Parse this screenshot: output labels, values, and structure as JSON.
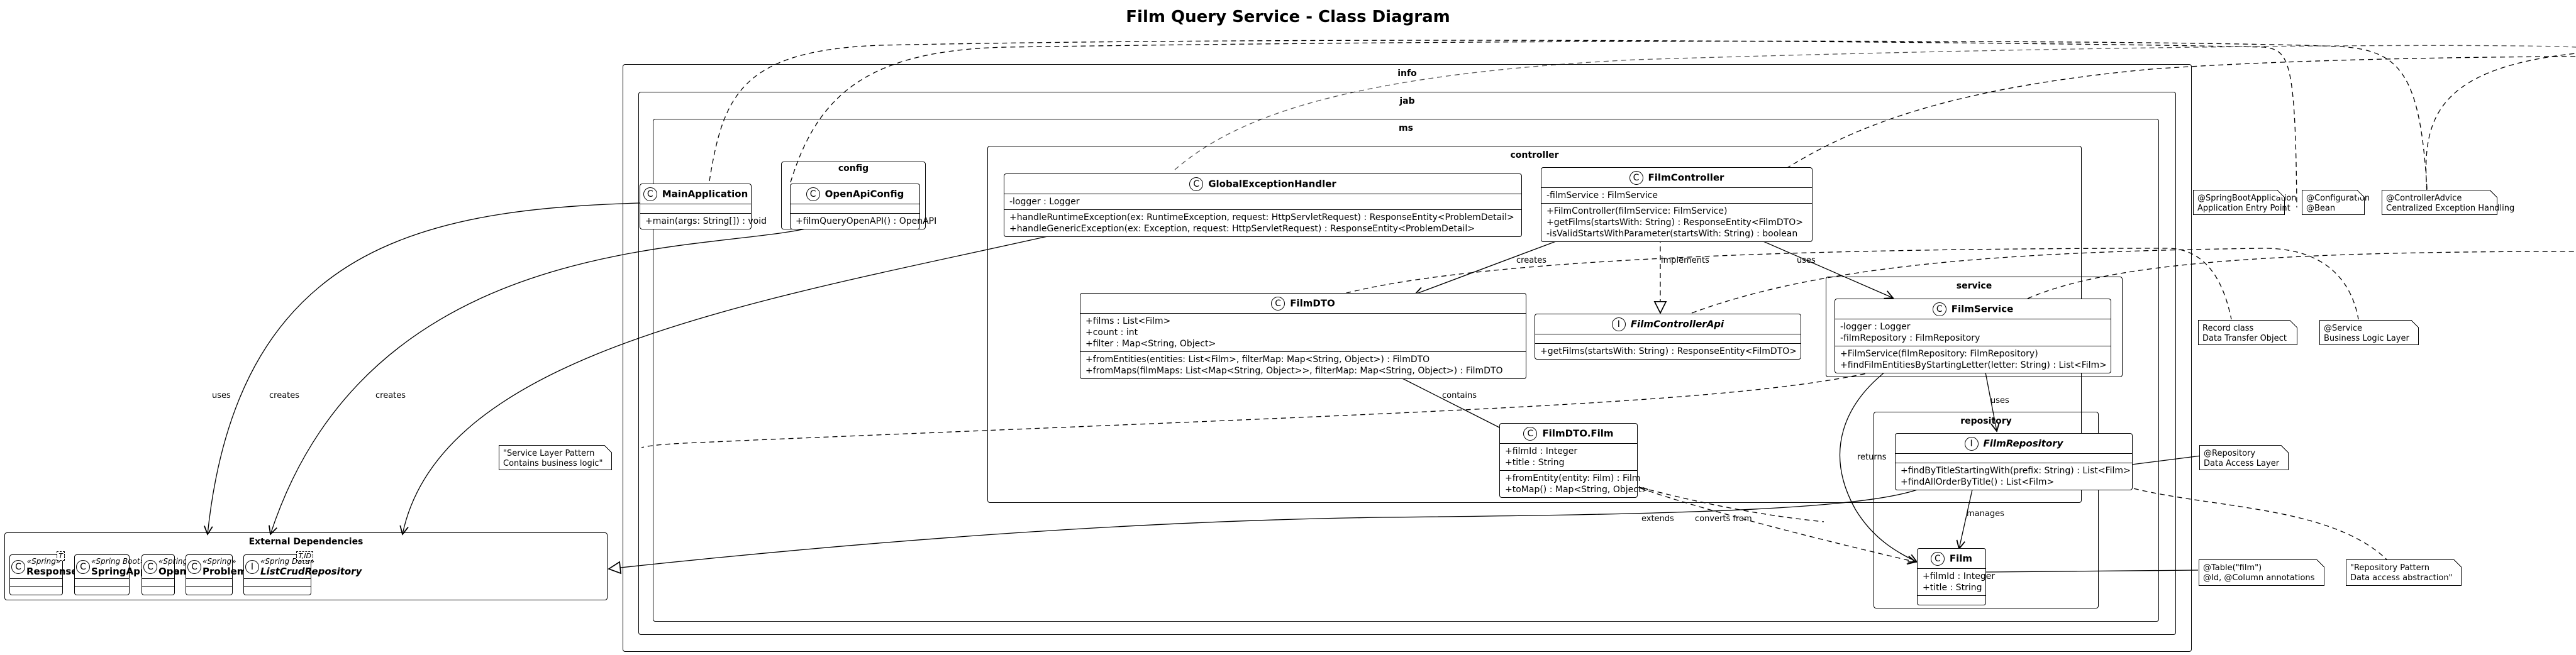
{
  "diagram": {
    "title": "Film Query Service - Class Diagram",
    "packages": {
      "info": "info",
      "jab": "jab",
      "ms": "ms",
      "config": "config",
      "controller": "controller",
      "service": "service",
      "repository": "repository",
      "external": "External Dependencies"
    },
    "classes": {
      "main_application": {
        "kind": "C",
        "name": "MainApplication",
        "fields": [],
        "methods": [
          "+main(args: String[]) : void"
        ]
      },
      "open_api_config": {
        "kind": "C",
        "name": "OpenApiConfig",
        "fields": [],
        "methods": [
          "+filmQueryOpenAPI() : OpenAPI"
        ]
      },
      "global_exception_handler": {
        "kind": "C",
        "name": "GlobalExceptionHandler",
        "fields": [
          "-logger : Logger"
        ],
        "methods": [
          "+handleRuntimeException(ex: RuntimeException, request: HttpServletRequest) : ResponseEntity<ProblemDetail>",
          "+handleGenericException(ex: Exception, request: HttpServletRequest) : ResponseEntity<ProblemDetail>"
        ]
      },
      "film_controller": {
        "kind": "C",
        "name": "FilmController",
        "fields": [
          "-filmService : FilmService"
        ],
        "methods": [
          "+FilmController(filmService: FilmService)",
          "+getFilms(startsWith: String) : ResponseEntity<FilmDTO>",
          "-isValidStartsWithParameter(startsWith: String) : boolean"
        ]
      },
      "film_dto": {
        "kind": "C",
        "name": "FilmDTO",
        "fields": [
          "+films : List<Film>",
          "+count : int",
          "+filter : Map<String, Object>"
        ],
        "methods": [
          "+fromEntities(entities: List<Film>, filterMap: Map<String, Object>) : FilmDTO",
          "+fromMaps(filmMaps: List<Map<String, Object>>, filterMap: Map<String, Object>) : FilmDTO"
        ]
      },
      "film_controller_api": {
        "kind": "I",
        "name": "FilmControllerApi",
        "fields": [],
        "methods": [
          "+getFilms(startsWith: String) : ResponseEntity<FilmDTO>"
        ]
      },
      "film_dto_film": {
        "kind": "C",
        "name": "FilmDTO.Film",
        "fields": [
          "+filmId : Integer",
          "+title : String"
        ],
        "methods": [
          "+fromEntity(entity: Film) : Film",
          "+toMap() : Map<String, Object>"
        ]
      },
      "film_service": {
        "kind": "C",
        "name": "FilmService",
        "fields": [
          "-logger : Logger",
          "-filmRepository : FilmRepository"
        ],
        "methods": [
          "+FilmService(filmRepository: FilmRepository)",
          "+findFilmEntitiesByStartingLetter(letter: String) : List<Film>"
        ]
      },
      "film_repository": {
        "kind": "I",
        "name": "FilmRepository",
        "fields": [],
        "methods": [
          "+findByTitleStartingWith(prefix: String) : List<Film>",
          "+findAllOrderByTitle() : List<Film>"
        ]
      },
      "film": {
        "kind": "C",
        "name": "Film",
        "fields": [
          "+filmId : Integer",
          "+title : String"
        ],
        "methods": []
      }
    },
    "external": [
      {
        "kind": "C",
        "stereotype": "«Spring»",
        "name": "ResponseEntity",
        "type_params": "T"
      },
      {
        "kind": "C",
        "stereotype": "«Spring Boot»",
        "name": "SpringApplication",
        "type_params": ""
      },
      {
        "kind": "C",
        "stereotype": "«SpringDoc»",
        "name": "OpenAPI",
        "type_params": ""
      },
      {
        "kind": "C",
        "stereotype": "«Spring»",
        "name": "ProblemDetail",
        "type_params": ""
      },
      {
        "kind": "I",
        "stereotype": "«Spring Data»",
        "name": "ListCrudRepository",
        "type_params": "T,ID"
      }
    ],
    "notes": {
      "spring_boot_app": "@SpringBootApplication\nApplication Entry Point",
      "configuration": "@Configuration\n@Bean",
      "controller_advice": "@ControllerAdvice\nCentralized Exception Handling",
      "record_class": "Record class\nData Transfer Object",
      "service_note": "@Service\nBusiness Logic Layer",
      "repository_note": "@Repository\nData Access Layer",
      "table_note": "@Table(\"film\")\n@Id, @Column annotations",
      "repository_pattern": "\"Repository Pattern\nData access abstraction\"",
      "service_layer_pattern": "\"Service Layer Pattern\nContains business logic\""
    },
    "edge_labels": {
      "uses_spring_app": "uses",
      "creates_openapi": "creates",
      "creates_problem_detail": "creates",
      "creates_dto": "creates",
      "implements": "implements",
      "uses_service": "uses",
      "contains": "contains",
      "uses_repository": "uses",
      "returns": "returns",
      "manages": "manages",
      "extends": "extends",
      "converts_from": "converts from"
    }
  }
}
